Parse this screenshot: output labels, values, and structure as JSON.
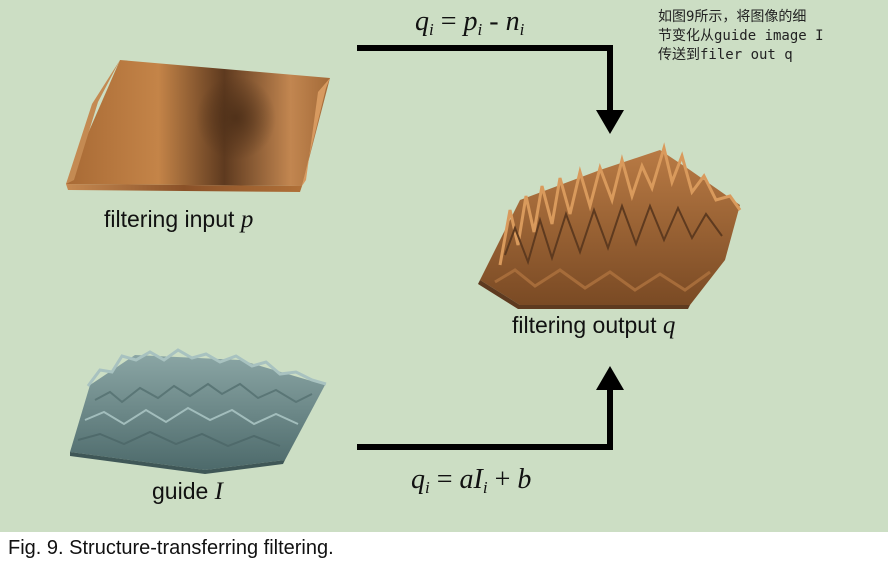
{
  "labels": {
    "input_text": "filtering input",
    "input_var": "p",
    "output_text": "filtering output",
    "output_var": "q",
    "guide_text": "guide",
    "guide_var": "I"
  },
  "formula_top": {
    "lhs": "q",
    "lhs_sub": "i",
    "eq": " = ",
    "p": "p",
    "p_sub": "i",
    "minus": " - ",
    "n": "n",
    "n_sub": "i"
  },
  "formula_bottom": {
    "lhs": "q",
    "lhs_sub": "i",
    "eq": " = ",
    "a": "a",
    "I": "I",
    "I_sub": "i",
    "plus": " + ",
    "b": "b"
  },
  "note": "如图9所示，将图像的细\n节变化从guide image I\n传送到filer out q",
  "caption": "Fig. 9. Structure-transferring filtering.",
  "colors": {
    "background": "#ccdec4",
    "surface_brown": "#b07038",
    "surface_dark": "#6e4423",
    "surface_guide": "#6f8f8e",
    "arrow": "#000000"
  }
}
